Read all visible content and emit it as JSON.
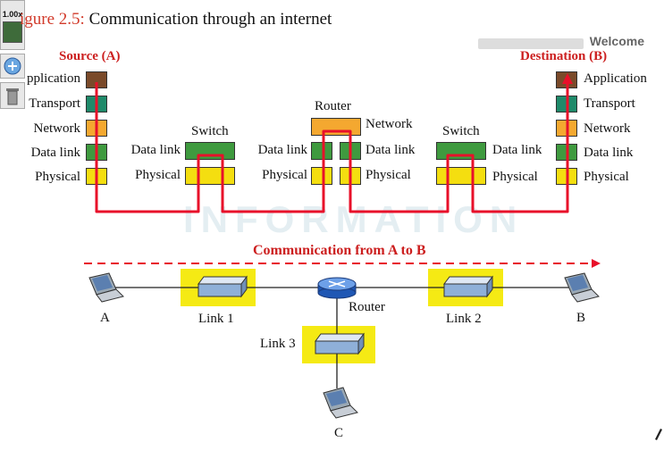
{
  "title": {
    "figure_prefix": "igure 2.5:",
    "text": "Communication through an internet"
  },
  "toolbar": {
    "zoom_label": "1.00x"
  },
  "watermark": {
    "welcome": "Welcome",
    "mark": "INFORMATION"
  },
  "source": {
    "heading": "Source (A)",
    "layers": [
      "pplication",
      "Transport",
      "Network",
      "Data link",
      "Physical"
    ]
  },
  "destination": {
    "heading": "Destination (B)",
    "layers": [
      "Application",
      "Transport",
      "Network",
      "Data link",
      "Physical"
    ]
  },
  "switch1": {
    "label": "Switch",
    "layers": [
      "Data link",
      "Physical"
    ]
  },
  "router": {
    "label": "Router",
    "left_layers": [
      "Data link",
      "Physical"
    ],
    "right_layers": [
      "Network",
      "Data link",
      "Physical"
    ]
  },
  "switch2": {
    "label": "Switch",
    "layers": [
      "Data link",
      "Physical"
    ]
  },
  "communication": {
    "label": "Communication from A to B"
  },
  "network": {
    "node_a": "A",
    "node_b": "B",
    "node_c": "C",
    "link1": "Link 1",
    "link2": "Link 2",
    "link3": "Link 3",
    "router": "Router"
  },
  "colors": {
    "application": "#7a4a2a",
    "transport": "#1f8a6a",
    "network": "#f4a830",
    "data_link": "#3f9a3f",
    "physical": "#f4de10",
    "path": "#e8102a",
    "highlight": "#f5ea14"
  }
}
